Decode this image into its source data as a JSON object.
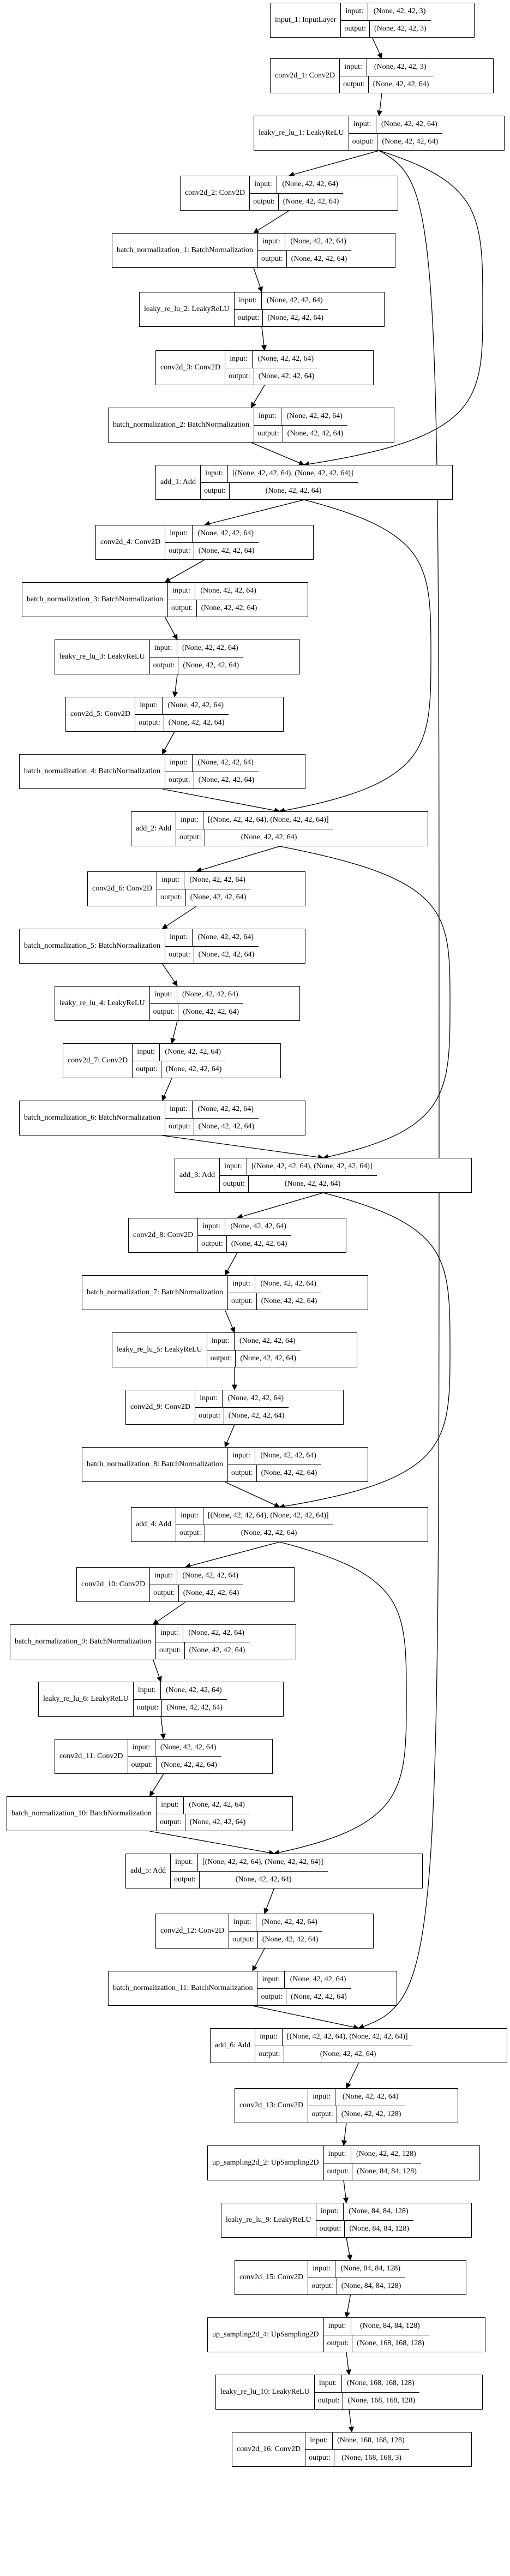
{
  "labels": {
    "input": "input:",
    "output": "output:"
  },
  "nodes": [
    {
      "id": "input_1",
      "name": "input_1: InputLayer",
      "input": "(None, 42, 42, 3)",
      "output": "(None, 42, 42, 3)"
    },
    {
      "id": "conv2d_1",
      "name": "conv2d_1: Conv2D",
      "input": "(None, 42, 42, 3)",
      "output": "(None, 42, 42, 64)"
    },
    {
      "id": "leaky_re_lu_1",
      "name": "leaky_re_lu_1: LeakyReLU",
      "input": "(None, 42, 42, 64)",
      "output": "(None, 42, 42, 64)"
    },
    {
      "id": "conv2d_2",
      "name": "conv2d_2: Conv2D",
      "input": "(None, 42, 42, 64)",
      "output": "(None, 42, 42, 64)"
    },
    {
      "id": "batch_normalization_1",
      "name": "batch_normalization_1: BatchNormalization",
      "input": "(None, 42, 42, 64)",
      "output": "(None, 42, 42, 64)"
    },
    {
      "id": "leaky_re_lu_2",
      "name": "leaky_re_lu_2: LeakyReLU",
      "input": "(None, 42, 42, 64)",
      "output": "(None, 42, 42, 64)"
    },
    {
      "id": "conv2d_3",
      "name": "conv2d_3: Conv2D",
      "input": "(None, 42, 42, 64)",
      "output": "(None, 42, 42, 64)"
    },
    {
      "id": "batch_normalization_2",
      "name": "batch_normalization_2: BatchNormalization",
      "input": "(None, 42, 42, 64)",
      "output": "(None, 42, 42, 64)"
    },
    {
      "id": "add_1",
      "name": "add_1: Add",
      "input": "[(None, 42, 42, 64), (None, 42, 42, 64)]",
      "output": "(None, 42, 42, 64)"
    },
    {
      "id": "conv2d_4",
      "name": "conv2d_4: Conv2D",
      "input": "(None, 42, 42, 64)",
      "output": "(None, 42, 42, 64)"
    },
    {
      "id": "batch_normalization_3",
      "name": "batch_normalization_3: BatchNormalization",
      "input": "(None, 42, 42, 64)",
      "output": "(None, 42, 42, 64)"
    },
    {
      "id": "leaky_re_lu_3",
      "name": "leaky_re_lu_3: LeakyReLU",
      "input": "(None, 42, 42, 64)",
      "output": "(None, 42, 42, 64)"
    },
    {
      "id": "conv2d_5",
      "name": "conv2d_5: Conv2D",
      "input": "(None, 42, 42, 64)",
      "output": "(None, 42, 42, 64)"
    },
    {
      "id": "batch_normalization_4",
      "name": "batch_normalization_4: BatchNormalization",
      "input": "(None, 42, 42, 64)",
      "output": "(None, 42, 42, 64)"
    },
    {
      "id": "add_2",
      "name": "add_2: Add",
      "input": "[(None, 42, 42, 64), (None, 42, 42, 64)]",
      "output": "(None, 42, 42, 64)"
    },
    {
      "id": "conv2d_6",
      "name": "conv2d_6: Conv2D",
      "input": "(None, 42, 42, 64)",
      "output": "(None, 42, 42, 64)"
    },
    {
      "id": "batch_normalization_5",
      "name": "batch_normalization_5: BatchNormalization",
      "input": "(None, 42, 42, 64)",
      "output": "(None, 42, 42, 64)"
    },
    {
      "id": "leaky_re_lu_4",
      "name": "leaky_re_lu_4: LeakyReLU",
      "input": "(None, 42, 42, 64)",
      "output": "(None, 42, 42, 64)"
    },
    {
      "id": "conv2d_7",
      "name": "conv2d_7: Conv2D",
      "input": "(None, 42, 42, 64)",
      "output": "(None, 42, 42, 64)"
    },
    {
      "id": "batch_normalization_6",
      "name": "batch_normalization_6: BatchNormalization",
      "input": "(None, 42, 42, 64)",
      "output": "(None, 42, 42, 64)"
    },
    {
      "id": "add_3",
      "name": "add_3: Add",
      "input": "[(None, 42, 42, 64), (None, 42, 42, 64)]",
      "output": "(None, 42, 42, 64)"
    },
    {
      "id": "conv2d_8",
      "name": "conv2d_8: Conv2D",
      "input": "(None, 42, 42, 64)",
      "output": "(None, 42, 42, 64)"
    },
    {
      "id": "batch_normalization_7",
      "name": "batch_normalization_7: BatchNormalization",
      "input": "(None, 42, 42, 64)",
      "output": "(None, 42, 42, 64)"
    },
    {
      "id": "leaky_re_lu_5",
      "name": "leaky_re_lu_5: LeakyReLU",
      "input": "(None, 42, 42, 64)",
      "output": "(None, 42, 42, 64)"
    },
    {
      "id": "conv2d_9",
      "name": "conv2d_9: Conv2D",
      "input": "(None, 42, 42, 64)",
      "output": "(None, 42, 42, 64)"
    },
    {
      "id": "batch_normalization_8",
      "name": "batch_normalization_8: BatchNormalization",
      "input": "(None, 42, 42, 64)",
      "output": "(None, 42, 42, 64)"
    },
    {
      "id": "add_4",
      "name": "add_4: Add",
      "input": "[(None, 42, 42, 64), (None, 42, 42, 64)]",
      "output": "(None, 42, 42, 64)"
    },
    {
      "id": "conv2d_10",
      "name": "conv2d_10: Conv2D",
      "input": "(None, 42, 42, 64)",
      "output": "(None, 42, 42, 64)"
    },
    {
      "id": "batch_normalization_9",
      "name": "batch_normalization_9: BatchNormalization",
      "input": "(None, 42, 42, 64)",
      "output": "(None, 42, 42, 64)"
    },
    {
      "id": "leaky_re_lu_6",
      "name": "leaky_re_lu_6: LeakyReLU",
      "input": "(None, 42, 42, 64)",
      "output": "(None, 42, 42, 64)"
    },
    {
      "id": "conv2d_11",
      "name": "conv2d_11: Conv2D",
      "input": "(None, 42, 42, 64)",
      "output": "(None, 42, 42, 64)"
    },
    {
      "id": "batch_normalization_10",
      "name": "batch_normalization_10: BatchNormalization",
      "input": "(None, 42, 42, 64)",
      "output": "(None, 42, 42, 64)"
    },
    {
      "id": "add_5",
      "name": "add_5: Add",
      "input": "[(None, 42, 42, 64), (None, 42, 42, 64)]",
      "output": "(None, 42, 42, 64)"
    },
    {
      "id": "conv2d_12",
      "name": "conv2d_12: Conv2D",
      "input": "(None, 42, 42, 64)",
      "output": "(None, 42, 42, 64)"
    },
    {
      "id": "batch_normalization_11",
      "name": "batch_normalization_11: BatchNormalization",
      "input": "(None, 42, 42, 64)",
      "output": "(None, 42, 42, 64)"
    },
    {
      "id": "add_6",
      "name": "add_6: Add",
      "input": "[(None, 42, 42, 64), (None, 42, 42, 64)]",
      "output": "(None, 42, 42, 64)"
    },
    {
      "id": "conv2d_13",
      "name": "conv2d_13: Conv2D",
      "input": "(None, 42, 42, 64)",
      "output": "(None, 42, 42, 128)"
    },
    {
      "id": "up_sampling2d_2",
      "name": "up_sampling2d_2: UpSampling2D",
      "input": "(None, 42, 42, 128)",
      "output": "(None, 84, 84, 128)"
    },
    {
      "id": "leaky_re_lu_9",
      "name": "leaky_re_lu_9: LeakyReLU",
      "input": "(None, 84, 84, 128)",
      "output": "(None, 84, 84, 128)"
    },
    {
      "id": "conv2d_15",
      "name": "conv2d_15: Conv2D",
      "input": "(None, 84, 84, 128)",
      "output": "(None, 84, 84, 128)"
    },
    {
      "id": "up_sampling2d_4",
      "name": "up_sampling2d_4: UpSampling2D",
      "input": "(None, 84, 84, 128)",
      "output": "(None, 168, 168, 128)"
    },
    {
      "id": "leaky_re_lu_10",
      "name": "leaky_re_lu_10: LeakyReLU",
      "input": "(None, 168, 168, 128)",
      "output": "(None, 168, 168, 128)"
    },
    {
      "id": "conv2d_16",
      "name": "conv2d_16: Conv2D",
      "input": "(None, 168, 168, 128)",
      "output": "(None, 168, 168, 3)"
    }
  ],
  "edges": [
    [
      "input_1",
      "conv2d_1"
    ],
    [
      "conv2d_1",
      "leaky_re_lu_1"
    ],
    [
      "leaky_re_lu_1",
      "conv2d_2"
    ],
    [
      "conv2d_2",
      "batch_normalization_1"
    ],
    [
      "batch_normalization_1",
      "leaky_re_lu_2"
    ],
    [
      "leaky_re_lu_2",
      "conv2d_3"
    ],
    [
      "conv2d_3",
      "batch_normalization_2"
    ],
    [
      "batch_normalization_2",
      "add_1"
    ],
    [
      "leaky_re_lu_1",
      "add_1"
    ],
    [
      "leaky_re_lu_1",
      "add_6"
    ],
    [
      "add_1",
      "conv2d_4"
    ],
    [
      "conv2d_4",
      "batch_normalization_3"
    ],
    [
      "batch_normalization_3",
      "leaky_re_lu_3"
    ],
    [
      "leaky_re_lu_3",
      "conv2d_5"
    ],
    [
      "conv2d_5",
      "batch_normalization_4"
    ],
    [
      "batch_normalization_4",
      "add_2"
    ],
    [
      "add_1",
      "add_2"
    ],
    [
      "add_2",
      "conv2d_6"
    ],
    [
      "conv2d_6",
      "batch_normalization_5"
    ],
    [
      "batch_normalization_5",
      "leaky_re_lu_4"
    ],
    [
      "leaky_re_lu_4",
      "conv2d_7"
    ],
    [
      "conv2d_7",
      "batch_normalization_6"
    ],
    [
      "batch_normalization_6",
      "add_3"
    ],
    [
      "add_2",
      "add_3"
    ],
    [
      "add_3",
      "conv2d_8"
    ],
    [
      "conv2d_8",
      "batch_normalization_7"
    ],
    [
      "batch_normalization_7",
      "leaky_re_lu_5"
    ],
    [
      "leaky_re_lu_5",
      "conv2d_9"
    ],
    [
      "conv2d_9",
      "batch_normalization_8"
    ],
    [
      "batch_normalization_8",
      "add_4"
    ],
    [
      "add_3",
      "add_4"
    ],
    [
      "add_4",
      "conv2d_10"
    ],
    [
      "conv2d_10",
      "batch_normalization_9"
    ],
    [
      "batch_normalization_9",
      "leaky_re_lu_6"
    ],
    [
      "leaky_re_lu_6",
      "conv2d_11"
    ],
    [
      "conv2d_11",
      "batch_normalization_10"
    ],
    [
      "batch_normalization_10",
      "add_5"
    ],
    [
      "add_4",
      "add_5"
    ],
    [
      "add_5",
      "conv2d_12"
    ],
    [
      "conv2d_12",
      "batch_normalization_11"
    ],
    [
      "batch_normalization_11",
      "add_6"
    ],
    [
      "add_6",
      "conv2d_13"
    ],
    [
      "conv2d_13",
      "up_sampling2d_2"
    ],
    [
      "up_sampling2d_2",
      "leaky_re_lu_9"
    ],
    [
      "leaky_re_lu_9",
      "conv2d_15"
    ],
    [
      "conv2d_15",
      "up_sampling2d_4"
    ],
    [
      "up_sampling2d_4",
      "leaky_re_lu_10"
    ],
    [
      "leaky_re_lu_10",
      "conv2d_16"
    ]
  ]
}
